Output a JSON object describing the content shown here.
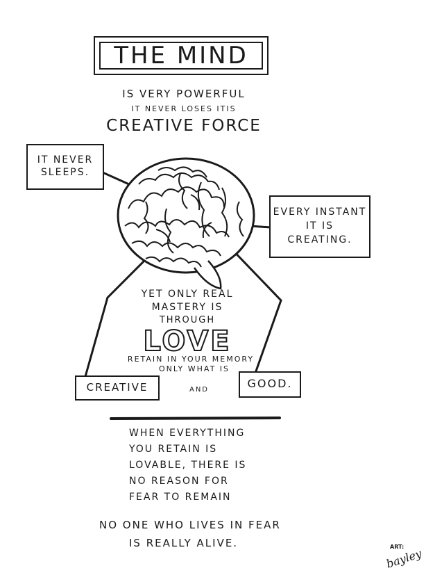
{
  "title": "THE MIND",
  "intro": {
    "line1": "IS VERY POWERFUL",
    "line2": "IT NEVER LOSES ITIS",
    "line3": "CREATIVE FORCE"
  },
  "callouts": {
    "left": {
      "line1": "IT NEVER",
      "line2": "SLEEPS."
    },
    "right": {
      "line1": "EVERY INSTANT",
      "line2": "IT IS",
      "line3": "CREATING."
    }
  },
  "middle": {
    "line1": "YET ONLY REAL",
    "line2": "MASTERY IS",
    "line3": "THROUGH",
    "love": "LOVE",
    "line4": "RETAIN IN YOUR MEMORY",
    "line5": "ONLY WHAT IS"
  },
  "boxes": {
    "creative": "CREATIVE",
    "and": "AND",
    "good": "GOOD."
  },
  "lower": {
    "line1": "WHEN EVERYTHING",
    "line2": "YOU RETAIN IS",
    "line3": "LOVABLE, THERE IS",
    "line4": "NO REASON FOR",
    "line5": "FEAR TO REMAIN"
  },
  "closing": {
    "line1": "NO ONE WHO LIVES IN FEAR",
    "line2": "IS REALLY ALIVE."
  },
  "signature": {
    "label": "ART:",
    "name": "bayley"
  }
}
